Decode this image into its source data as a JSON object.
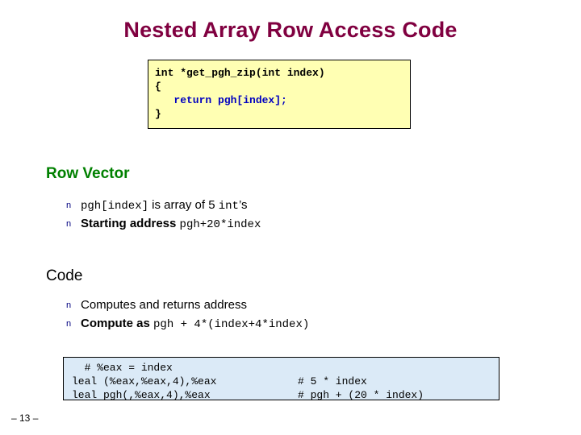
{
  "slide": {
    "title": "Nested Array Row Access Code",
    "page_number": "– 13 –"
  },
  "code_top": {
    "line1": "int *get_pgh_zip(int index)",
    "line2": "{",
    "line3": "   return pgh[index];",
    "line4": "}"
  },
  "sections": [
    {
      "heading": "Row Vector",
      "bullets": [
        {
          "marker": "n",
          "part1": "pgh[index]",
          "part2": " is array of 5 ",
          "part3": "int",
          "part4": "’s"
        },
        {
          "marker": "n",
          "part1": "Starting address ",
          "part2": "pgh+20*index"
        }
      ]
    },
    {
      "heading": "Code",
      "bullets": [
        {
          "marker": "n",
          "part1": "Computes and returns address"
        },
        {
          "marker": "n",
          "part1": "Compute as ",
          "part2": "pgh + 4*(index+4*index)"
        }
      ]
    }
  ],
  "code_bottom": {
    "line1": "  # %eax = index",
    "line2": "leal (%eax,%eax,4),%eax",
    "line2b": "# 5 * index",
    "line3": "leal pgh(,%eax,4),%eax",
    "line3b": "# pgh + (20 * index)"
  }
}
